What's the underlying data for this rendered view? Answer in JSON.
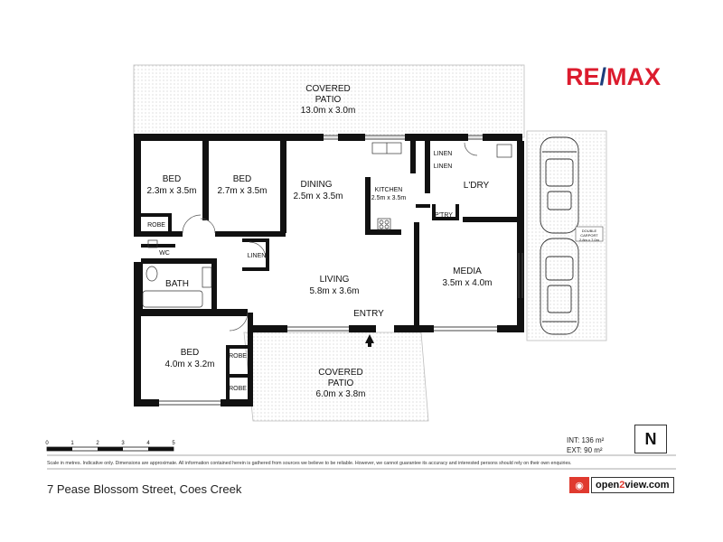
{
  "brand": {
    "logo_text": "RE/MAX",
    "logo_part1": "RE",
    "logo_slash": "/",
    "logo_part2": "MAX",
    "logo_red": "#dc1c2e",
    "logo_blue": "#1c3d7a"
  },
  "rooms": {
    "covered_patio_top": {
      "name": "COVERED",
      "name2": "PATIO",
      "size": "13.0m x 3.0m"
    },
    "bed1": {
      "name": "BED",
      "size": "2.3m x 3.5m"
    },
    "bed2": {
      "name": "BED",
      "size": "2.7m x 3.5m"
    },
    "dining": {
      "name": "DINING",
      "size": "2.5m x 3.5m"
    },
    "kitchen": {
      "name": "KITCHEN",
      "size": "2.5m x 3.5m"
    },
    "laundry": {
      "name": "L'DRY"
    },
    "pantry": {
      "name": "P'TRY"
    },
    "robe1": {
      "name": "ROBE"
    },
    "wc": {
      "name": "WC"
    },
    "bath": {
      "name": "BATH"
    },
    "linen_hall": {
      "name": "LINEN"
    },
    "linen_k1": {
      "name": "LINEN"
    },
    "linen_k2": {
      "name": "LINEN"
    },
    "living": {
      "name": "LIVING",
      "size": "5.8m x 3.6m"
    },
    "media": {
      "name": "MEDIA",
      "size": "3.5m x 4.0m"
    },
    "entry": {
      "name": "ENTRY"
    },
    "bed3": {
      "name": "BED",
      "size": "4.0m x 3.2m"
    },
    "robe2": {
      "name": "ROBE"
    },
    "robe3": {
      "name": "ROBE"
    },
    "covered_patio_bottom": {
      "name": "COVERED",
      "name2": "PATIO",
      "size": "6.0m x 3.8m"
    },
    "carport": {
      "name": "DOUBLE",
      "name2": "CARPORT",
      "size": "2.8m x 7.0m"
    }
  },
  "scale": {
    "ticks": [
      "0",
      "1",
      "2",
      "3",
      "4",
      "5"
    ]
  },
  "disclaimer": "Scale in metres. Indicative only. Dimensions are approximate. All information contained herein is gathered from sources we believe to be reliable. However, we cannot guarantee its accuracy and interested persons should rely on their own enquiries.",
  "areas": {
    "internal": "INT: 136 m²",
    "external": "EXT: 90 m²"
  },
  "compass_label": "N",
  "address": "7 Pease Blossom Street, Coes Creek",
  "open2view": {
    "icon": "camera-icon",
    "text_prefix": "open",
    "text_number": "2",
    "text_suffix": "view.com",
    "accent": "#e03a2f"
  }
}
